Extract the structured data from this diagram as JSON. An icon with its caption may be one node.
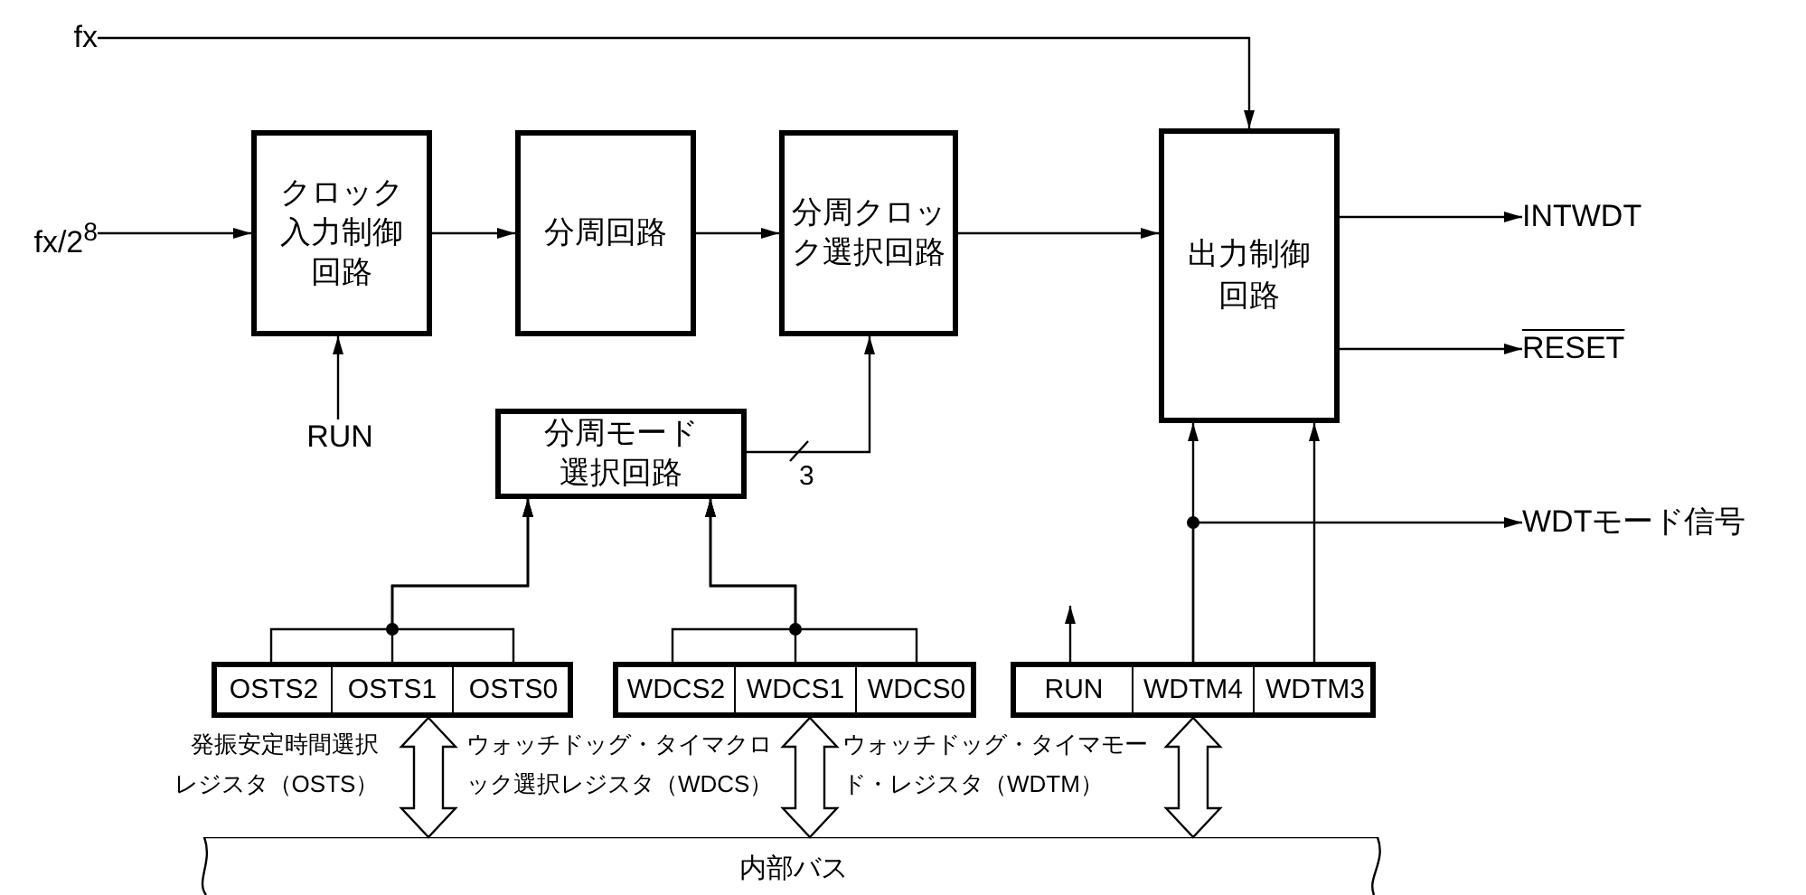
{
  "diagram": {
    "nodes": [
      {
        "text": [
          "fx"
        ]
      },
      {
        "text": [
          "fx/2$^{8}$"
        ]
      },
      {
        "text": [
          "クロック入力制御回路"
        ]
      },
      {
        "text": [
          "分周回路"
        ]
      },
      {
        "text": [
          "分周クロック選択回路"
        ]
      },
      {
        "text": [
          "出力制御回路"
        ]
      },
      {
        "text": [
          "INTWDT"
        ]
      },
      {
        "text": [
          "RESET"
        ]
      },
      {
        "text": [
          "RUN"
        ]
      },
      {
        "text": [
          "分周モード選択回路"
        ]
      },
      {
        "text": [],
        "shape": "box",
        "beside": [
          "発振安定時間選択レジスタ（OSTS）"
        ]
      },
      {
        "text": [
          "OSTS2"
        ],
        "in": 10
      },
      {
        "text": [
          "OSTS1"
        ],
        "in": 10
      },
      {
        "text": [
          "OSTS0"
        ],
        "in": 10
      },
      {
        "text": [],
        "shape": "box",
        "beside": [
          "ウォッチドッグ・タイマクロック選択レジスタ（WDCS）"
        ]
      },
      {
        "text": [
          "WDCS2"
        ],
        "in": 14
      },
      {
        "text": [
          "WDCS1"
        ],
        "in": 14
      },
      {
        "text": [
          "WDCS0"
        ],
        "in": 14
      },
      {
        "text": [],
        "shape": "box",
        "beside": [
          "ウォッチドッグ・タイマモード・レジスタ（WDTM）"
        ]
      },
      {
        "text": [
          "RUN"
        ],
        "in": 18
      },
      {
        "text": [
          "WDTM4"
        ],
        "in": 18
      },
      {
        "text": [
          "WDTM3"
        ],
        "in": 18
      },
      {
        "text": [
          "WDTモード信号"
        ]
      },
      {
        "text": [
          "内部バス"
        ]
      }
    ],
    "edges": [
      {
        "from": 0,
        "to": 5,
        "arrow": "to"
      },
      {
        "from": 1,
        "to": 2,
        "arrow": "to"
      },
      {
        "from": 8,
        "to": 2,
        "arrow": "to"
      },
      {
        "from": 2,
        "to": 3,
        "arrow": "to"
      },
      {
        "from": 3,
        "to": 4,
        "arrow": "to"
      },
      {
        "from": 4,
        "to": 5,
        "arrow": "to"
      },
      {
        "from": 5,
        "to": 6,
        "arrow": "to"
      },
      {
        "from": 5,
        "to": 7,
        "arrow": "to"
      },
      {
        "from": 9,
        "to": 4,
        "arrow": "to",
        "label": "3"
      },
      {
        "from": 11,
        "to": 9,
        "arrow": "to"
      },
      {
        "from": 12,
        "to": 9,
        "arrow": "to"
      },
      {
        "from": 13,
        "to": 9,
        "arrow": "to"
      },
      {
        "from": 15,
        "to": 9,
        "arrow": "to"
      },
      {
        "from": 16,
        "to": 9,
        "arrow": "to"
      },
      {
        "from": 17,
        "to": 9,
        "arrow": "to"
      },
      {
        "from": 19,
        "to": null,
        "arrow": "to"
      },
      {
        "from": 20,
        "to": 5,
        "arrow": "to"
      },
      {
        "from": 21,
        "to": 5,
        "arrow": "to"
      },
      {
        "from": 20,
        "to": 22,
        "arrow": "to"
      },
      {
        "from": 10,
        "to": 23,
        "arrow": "both",
        "style": "thick"
      },
      {
        "from": 14,
        "to": 23,
        "arrow": "both",
        "style": "thick"
      },
      {
        "from": 18,
        "to": 23,
        "arrow": "both",
        "style": "thick"
      }
    ]
  }
}
